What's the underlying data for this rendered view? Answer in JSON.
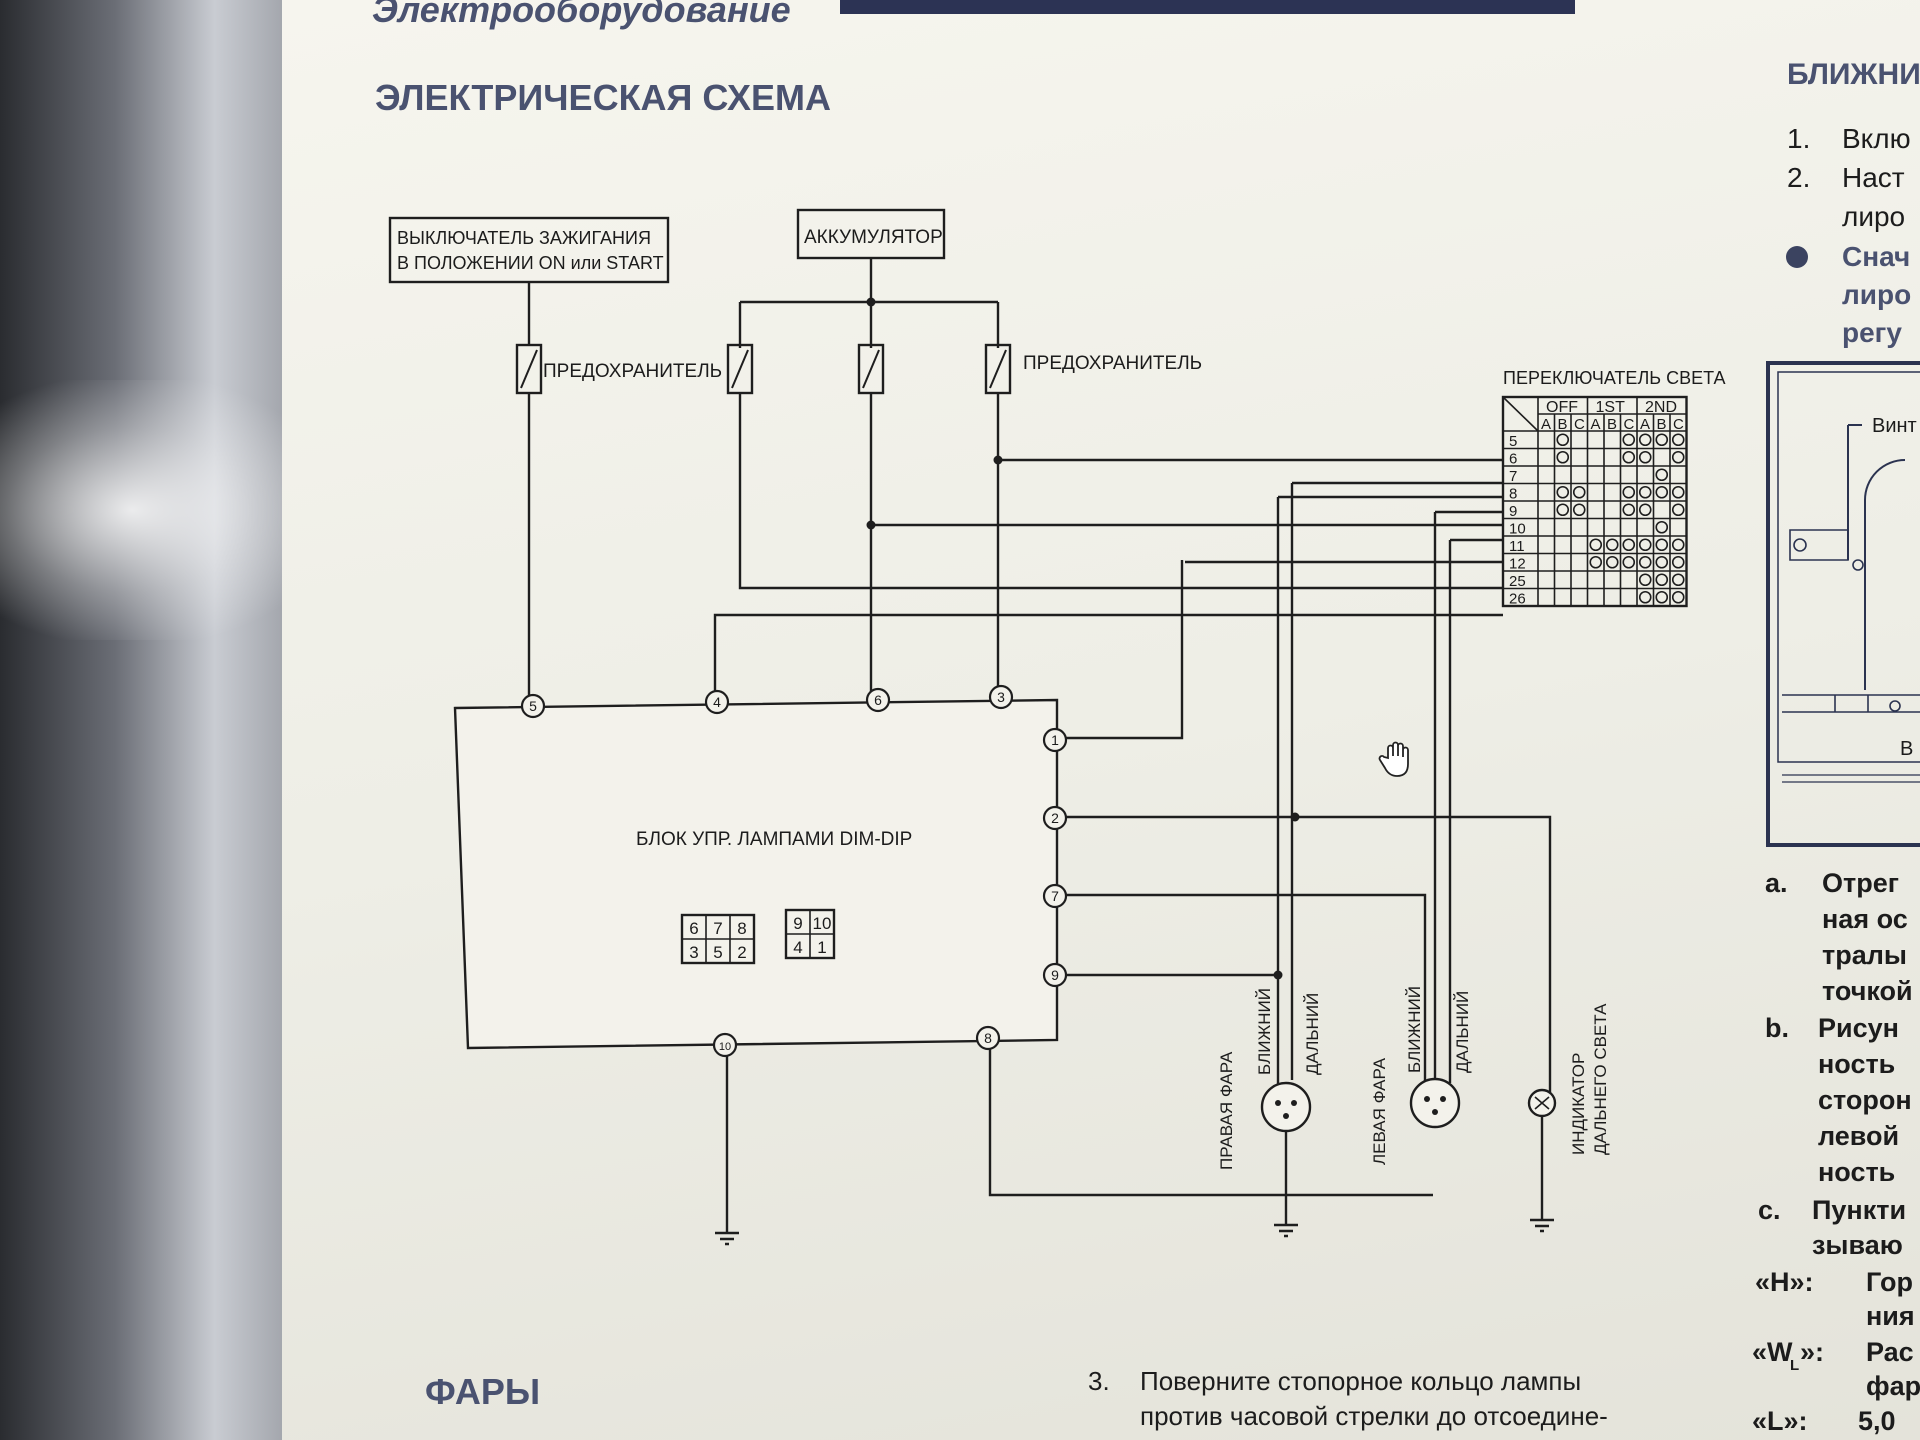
{
  "page": {
    "section_header": "Электрооборудование",
    "title": "ЭЛЕКТРИЧЕСКАЯ СХЕМА",
    "bottom_heading": "ФАРЫ",
    "step3_number": "3.",
    "step3_line1": "Поверните стопорное кольцо лампы",
    "step3_line2": "против часовой стрелки до отсоедине-"
  },
  "diagram": {
    "ignition_line1": "ВЫКЛЮЧАТЕЛЬ ЗАЖИГАНИЯ",
    "ignition_line2": "В ПОЛОЖЕНИИ ON или START",
    "battery": "АККУМУЛЯТОР",
    "fuse_left": "ПРЕДОХРАНИТЕЛЬ",
    "fuse_right": "ПРЕДОХРАНИТЕЛЬ",
    "control_unit": "БЛОК УПР. ЛАМПАМИ DIM-DIP",
    "connector_a": {
      "top": [
        "6",
        "7",
        "8"
      ],
      "bottom": [
        "3",
        "5",
        "2"
      ]
    },
    "connector_b": {
      "top": [
        "9",
        "10"
      ],
      "bottom": [
        "4",
        "1"
      ]
    },
    "pins_top": [
      "5",
      "4",
      "6",
      "3"
    ],
    "pins_right": [
      "1",
      "2",
      "7",
      "9"
    ],
    "pins_bottom": [
      "10",
      "8"
    ],
    "right_headlamp": "ПРАВАЯ ФАРА",
    "left_headlamp": "ЛЕВАЯ ФАРА",
    "low_beam": "БЛИЖНИЙ",
    "high_beam": "ДАЛЬНИЙ",
    "indicator_line1": "ИНДИКАТОР",
    "indicator_line2": "ДАЛЬНЕГО СВЕТА",
    "light_switch": {
      "title": "ПЕРЕКЛЮЧАТЕЛЬ СВЕТА",
      "positions": [
        "OFF",
        "1ST",
        "2ND"
      ],
      "columns": [
        "A",
        "B",
        "C",
        "A",
        "B",
        "C",
        "A",
        "B",
        "C"
      ],
      "rows": [
        "5",
        "6",
        "7",
        "8",
        "9",
        "10",
        "11",
        "12",
        "25",
        "26"
      ]
    }
  },
  "right_column": {
    "heading": "БЛИЖНИ",
    "item1_num": "1.",
    "item1": "Вклю",
    "item2_num": "2.",
    "item2": "Наст",
    "item2_cont": "лиро",
    "bullet1": "Снач",
    "bullet1_cont1": "лиро",
    "bullet1_cont2": "регу",
    "figure_label_top": "Винт",
    "figure_label_bottom": "В",
    "a_mark": "a.",
    "a_text": [
      "Отрег",
      "ная ос",
      "тралы",
      "точкой"
    ],
    "b_mark": "b.",
    "b_text": [
      "Рисун",
      "ность",
      "сторон",
      "левой",
      "ность"
    ],
    "c_mark": "c.",
    "c_text": [
      "Пункти",
      "зываю"
    ],
    "h_mark": "«H»:",
    "h_text": [
      "Гор",
      "ния"
    ],
    "wl_mark": "«W",
    "wl_sub": "L",
    "wl_mark_end": "»:",
    "wl_text": [
      "Рас",
      "фар"
    ],
    "l_mark": "«L»:",
    "l_text": "5,0"
  }
}
